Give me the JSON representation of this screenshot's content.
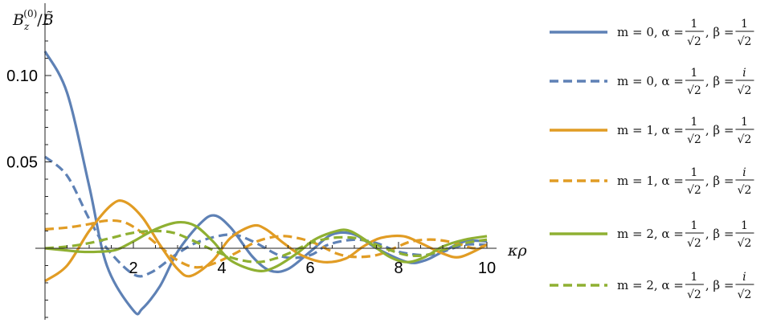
{
  "chart_data": {
    "type": "line",
    "title": "",
    "ylabel": "B_z^(0)/B̃",
    "xlabel": "κρ",
    "xlim": [
      0,
      10.2
    ],
    "ylim": [
      -0.042,
      0.135
    ],
    "xticks": [
      2,
      4,
      6,
      8,
      10
    ],
    "yticks": [
      0.05,
      0.1
    ],
    "ytick_labels": [
      "0.05",
      "0.10"
    ],
    "xtick_labels": [
      "2",
      "4",
      "6",
      "8",
      "10"
    ],
    "legend_position": "right",
    "colors": {
      "m0": "#5e81b5",
      "m1": "#e19c24",
      "m2": "#8fb032"
    },
    "series": [
      {
        "name": "m = 0, α = 1/√2, β = 1/√2",
        "legend": {
          "left": "m = 0, α = ",
          "alpha": "1",
          "mid": ", β = ",
          "beta": "1"
        },
        "color": "#5e81b5",
        "dash": false,
        "x": [
          0,
          0.5,
          1,
          1.4,
          2,
          2.2,
          2.6,
          3,
          3.5,
          3.83,
          4.2,
          4.7,
          5.1,
          5.5,
          6,
          6.5,
          7.0,
          7.5,
          8.2,
          8.6,
          9,
          9.5,
          10
        ],
        "y": [
          0.114,
          0.09,
          0.036,
          -0.01,
          -0.036,
          -0.035,
          -0.022,
          -0.002,
          0.014,
          0.019,
          0.012,
          -0.005,
          -0.013,
          -0.012,
          -0.002,
          0.008,
          0.008,
          0.0,
          -0.008,
          -0.007,
          -0.002,
          0.004,
          0.004
        ]
      },
      {
        "name": "m = 0, α = 1/√2, β = i/√2",
        "legend": {
          "left": "m = 0, α = ",
          "alpha": "1",
          "mid": ", β = ",
          "beta": "i"
        },
        "color": "#5e81b5",
        "dash": true,
        "x": [
          0,
          0.5,
          1,
          1.4,
          2,
          2.4,
          3,
          3.5,
          4.2,
          4.7,
          5.4,
          6,
          6.4,
          7,
          7.5,
          8,
          8.6,
          9,
          9.5,
          10
        ],
        "y": [
          0.053,
          0.042,
          0.017,
          0.0,
          -0.015,
          -0.014,
          -0.003,
          0.004,
          0.008,
          0.004,
          -0.005,
          -0.004,
          0.002,
          0.005,
          0.003,
          -0.002,
          -0.004,
          -0.002,
          0.002,
          0.002
        ]
      },
      {
        "name": "m = 1, α = 1/√2, β = 1/√2",
        "legend": {
          "left": "m = 1, α = ",
          "alpha": "1",
          "mid": ", β = ",
          "beta": "1"
        },
        "color": "#e19c24",
        "dash": false,
        "x": [
          0,
          0.5,
          1,
          1.5,
          1.8,
          2.2,
          2.6,
          3,
          3.3,
          3.8,
          4.2,
          4.7,
          5.0,
          5.4,
          5.8,
          6.3,
          6.8,
          7.2,
          7.6,
          8.1,
          8.5,
          9,
          9.4,
          10
        ],
        "y": [
          -0.019,
          -0.01,
          0.01,
          0.025,
          0.027,
          0.018,
          0.002,
          -0.012,
          -0.016,
          -0.007,
          0.006,
          0.013,
          0.011,
          0.003,
          -0.004,
          -0.008,
          -0.006,
          0.001,
          0.006,
          0.007,
          0.003,
          -0.003,
          -0.005,
          0.002
        ]
      },
      {
        "name": "m = 1, α = 1/√2, β = i/√2",
        "legend": {
          "left": "m = 1, α = ",
          "alpha": "1",
          "mid": ", β = ",
          "beta": "i"
        },
        "color": "#e19c24",
        "dash": true,
        "x": [
          0,
          0.5,
          1,
          1.4,
          1.8,
          2.2,
          2.6,
          3,
          3.4,
          3.8,
          4.3,
          4.8,
          5.3,
          5.7,
          6.1,
          6.6,
          7.0,
          7.5,
          7.9,
          8.3,
          8.8,
          9.3,
          9.7,
          10
        ],
        "y": [
          0.011,
          0.012,
          0.014,
          0.016,
          0.015,
          0.009,
          0.001,
          -0.007,
          -0.011,
          -0.009,
          -0.003,
          0.004,
          0.007,
          0.006,
          0.003,
          -0.003,
          -0.005,
          -0.004,
          0.0,
          0.004,
          0.005,
          0.003,
          0.0,
          0.002
        ]
      },
      {
        "name": "m = 2, α = 1/√2, β = 1/√2",
        "legend": {
          "left": "m = 2, α = ",
          "alpha": "1",
          "mid": ", β = ",
          "beta": "1"
        },
        "color": "#8fb032",
        "dash": false,
        "x": [
          0,
          0.4,
          0.8,
          1.2,
          1.6,
          2.0,
          2.5,
          3.0,
          3.4,
          3.8,
          4.2,
          4.8,
          5.2,
          5.7,
          6.1,
          6.6,
          6.9,
          7.3,
          7.8,
          8.2,
          8.6,
          9.0,
          9.5,
          10
        ],
        "y": [
          0.0,
          -0.001,
          -0.002,
          -0.002,
          -0.001,
          0.004,
          0.011,
          0.015,
          0.013,
          0.004,
          -0.007,
          -0.013,
          -0.011,
          -0.003,
          0.005,
          0.01,
          0.01,
          0.004,
          -0.005,
          -0.008,
          -0.005,
          0.001,
          0.005,
          0.007
        ]
      },
      {
        "name": "m = 2, α = 1/√2, β = i/√2",
        "legend": {
          "left": "m = 2, α = ",
          "alpha": "1",
          "mid": ", β = ",
          "beta": "i"
        },
        "color": "#8fb032",
        "dash": true,
        "x": [
          0,
          0.5,
          1.0,
          1.5,
          2.0,
          2.5,
          2.9,
          3.3,
          3.8,
          4.3,
          4.8,
          5.2,
          5.6,
          6.0,
          6.5,
          7.0,
          7.4,
          7.8,
          8.2,
          8.6,
          9.0,
          9.5,
          10
        ],
        "y": [
          0.0,
          0.001,
          0.003,
          0.006,
          0.009,
          0.01,
          0.009,
          0.005,
          -0.001,
          -0.006,
          -0.008,
          -0.006,
          -0.002,
          0.003,
          0.006,
          0.006,
          0.003,
          -0.001,
          -0.004,
          -0.004,
          -0.001,
          0.003,
          0.005
        ]
      }
    ]
  }
}
